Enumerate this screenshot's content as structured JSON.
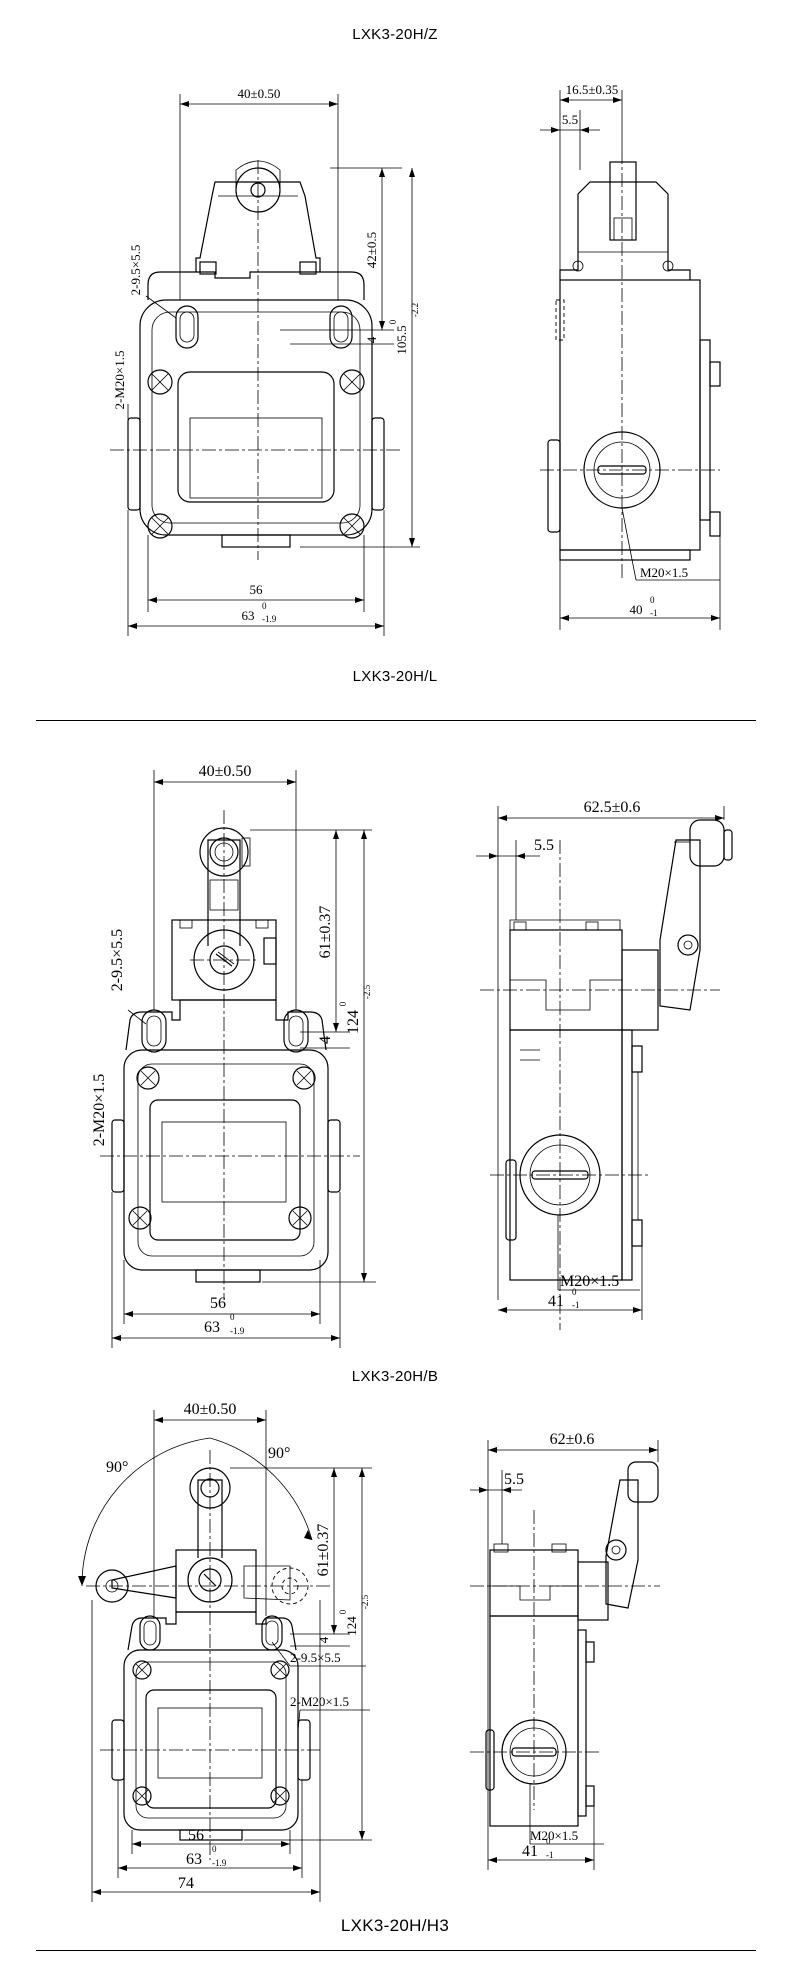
{
  "sections": [
    {
      "title": "LXK3-20H/Z",
      "front": {
        "width_top": "40±0.50",
        "hole": "2-9.5×5.5",
        "thread": "2-M20×1.5",
        "h_actuator": "42±0.5",
        "h_gap": "4",
        "h_total": "105.5",
        "h_total_tol_up": "0",
        "h_total_tol_dn": "-2.2",
        "w_mid": "56",
        "w_total": "63",
        "w_total_tol_up": "0",
        "w_total_tol_dn": "-1.9"
      },
      "side": {
        "top_dim": "16.5±0.35",
        "small_dim": "5.5",
        "thread": "M20×1.5",
        "width": "40",
        "width_tol_up": "0",
        "width_tol_dn": "-1"
      }
    },
    {
      "title": "LXK3-20H/L",
      "front": {
        "width_top": "40±0.50",
        "hole": "2-9.5×5.5",
        "thread": "2-M20×1.5",
        "h_actuator": "61±0.37",
        "h_gap": "4",
        "h_total": "124",
        "h_total_tol_up": "0",
        "h_total_tol_dn": "-2.5",
        "w_mid": "56",
        "w_total": "63",
        "w_total_tol_up": "0",
        "w_total_tol_dn": "-1.9"
      },
      "side": {
        "top_dim": "62.5±0.6",
        "small_dim": "5.5",
        "thread": "M20×1.5",
        "width": "41",
        "width_tol_up": "0",
        "width_tol_dn": "-1"
      }
    },
    {
      "title": "LXK3-20H/B",
      "front": {
        "width_top": "40±0.50",
        "angle_left": "90°",
        "angle_right": "90°",
        "hole": "2-9.5×5.5",
        "thread": "2-M20×1.5",
        "h_actuator": "61±0.37",
        "h_gap": "4",
        "h_total": "124",
        "h_total_tol_up": "0",
        "h_total_tol_dn": "-2.5",
        "w_mid": "56",
        "w_total": "63",
        "w_total_tol_up": "0",
        "w_total_tol_dn": "-1.9",
        "w_arm": "74"
      },
      "side": {
        "top_dim": "62±0.6",
        "small_dim": "5.5",
        "thread": "M20×1.5",
        "width": "41",
        "width_tol_up": "0",
        "width_tol_dn": "-1"
      }
    }
  ],
  "footer_title": "LXK3-20H/H3"
}
